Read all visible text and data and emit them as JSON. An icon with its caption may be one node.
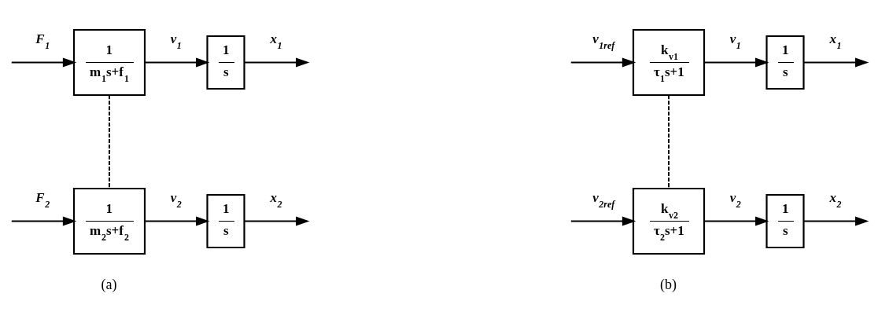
{
  "diagram": {
    "nodes": [
      {
        "text": [
          "1",
          "m$_{1}$s+f$_{1}$"
        ]
      },
      {
        "text": [
          "1",
          "s"
        ]
      },
      {
        "text": [
          "k$_{v1}$",
          "τ$_{1}$s+1"
        ]
      },
      {
        "text": [
          "1",
          "s"
        ]
      },
      {
        "text": [
          "1",
          "m$_{2}$s+f$_{2}$"
        ]
      },
      {
        "text": [
          "1",
          "s"
        ]
      },
      {
        "text": [
          "k$_{v2}$",
          "τ$_{2}$s+1"
        ]
      },
      {
        "text": [
          "1",
          "s"
        ]
      }
    ],
    "edges": [
      {
        "from": null,
        "to": 0,
        "arrow": "to",
        "label": "F$_{1}$"
      },
      {
        "from": 0,
        "to": 1,
        "arrow": "to",
        "label": "v$_{1}$"
      },
      {
        "from": 1,
        "to": null,
        "arrow": "to",
        "label": "x$_{1}$"
      },
      {
        "from": null,
        "to": 2,
        "arrow": "to",
        "label": "v$_{1ref}$"
      },
      {
        "from": 2,
        "to": 3,
        "arrow": "to",
        "label": "v$_{1}$"
      },
      {
        "from": 3,
        "to": null,
        "arrow": "to",
        "label": "x$_{1}$"
      },
      {
        "from": null,
        "to": 4,
        "arrow": "to",
        "label": "F$_{2}$"
      },
      {
        "from": 4,
        "to": 5,
        "arrow": "to",
        "label": "v$_{2}$"
      },
      {
        "from": 5,
        "to": null,
        "arrow": "to",
        "label": "x$_{2}$"
      },
      {
        "from": null,
        "to": 6,
        "arrow": "to",
        "label": "v$_{2ref}$"
      },
      {
        "from": 6,
        "to": 7,
        "arrow": "to",
        "label": "v$_{2}$"
      },
      {
        "from": 7,
        "to": null,
        "arrow": "to",
        "label": "x$_{2}$"
      },
      {
        "from": 0,
        "to": 4,
        "arrow": "none",
        "style": "dashed"
      },
      {
        "from": 2,
        "to": 6,
        "arrow": "none",
        "style": "dashed"
      }
    ],
    "labels": [
      "(a)",
      "(b)"
    ]
  }
}
